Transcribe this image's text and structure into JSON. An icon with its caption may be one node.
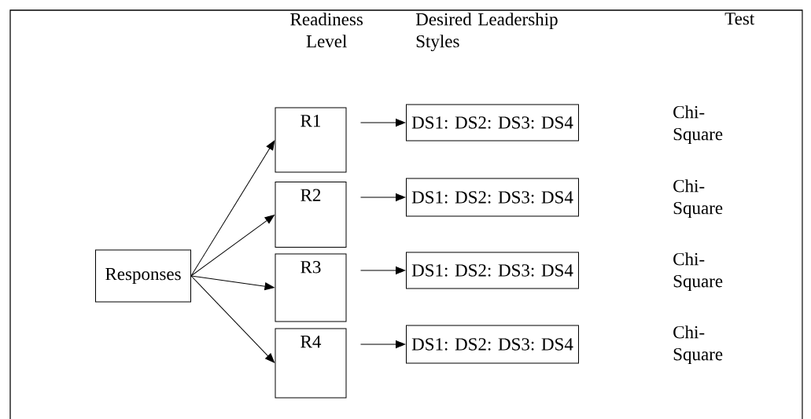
{
  "diagram": {
    "nodes": [
      {
        "text": [
          "Responses"
        ]
      },
      {
        "text": [
          "R1"
        ]
      },
      {
        "text": [
          "R2"
        ]
      },
      {
        "text": [
          "R3"
        ]
      },
      {
        "text": [
          "R4"
        ]
      },
      {
        "text": [
          "DS1: DS2: DS3: DS4"
        ]
      },
      {
        "text": [
          "DS1: DS2: DS3: DS4"
        ]
      },
      {
        "text": [
          "DS1: DS2: DS3: DS4"
        ]
      },
      {
        "text": [
          "DS1: DS2: DS3: DS4"
        ]
      }
    ],
    "edges": [
      {
        "from": 0,
        "to": 1,
        "arrow": "to"
      },
      {
        "from": 0,
        "to": 2,
        "arrow": "to"
      },
      {
        "from": 0,
        "to": 3,
        "arrow": "to"
      },
      {
        "from": 0,
        "to": 4,
        "arrow": "to"
      },
      {
        "from": 1,
        "to": 5,
        "arrow": "to"
      },
      {
        "from": 2,
        "to": 6,
        "arrow": "to"
      },
      {
        "from": 3,
        "to": 7,
        "arrow": "to"
      },
      {
        "from": 4,
        "to": 8,
        "arrow": "to"
      }
    ],
    "labels": [
      "Readiness Level",
      "Desired Leadership Styles",
      "Test",
      "Chi- Square",
      "Chi- Square",
      "Chi- Square",
      "Chi- Square"
    ]
  }
}
